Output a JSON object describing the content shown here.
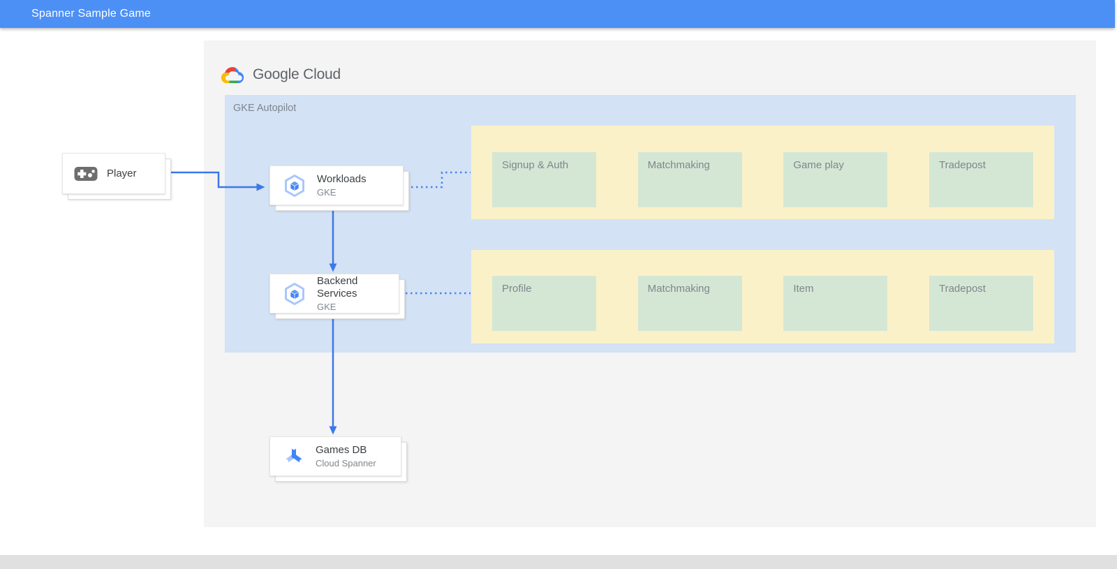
{
  "header": {
    "title": "Spanner Sample Game"
  },
  "logo": {
    "label": "Google Cloud"
  },
  "zone": {
    "label": "GKE Autopilot"
  },
  "nodes": {
    "player": {
      "title": "Player"
    },
    "workloads": {
      "title": "Workloads",
      "subtitle": "GKE"
    },
    "backend": {
      "title": "Backend Services",
      "subtitle": "GKE"
    },
    "gamesdb": {
      "title": "Games DB",
      "subtitle": "Cloud Spanner"
    }
  },
  "rows": [
    {
      "services": [
        "Signup & Auth",
        "Matchmaking",
        "Game play",
        "Tradepost"
      ]
    },
    {
      "services": [
        "Profile",
        "Matchmaking",
        "Item",
        "Tradepost"
      ]
    }
  ],
  "icons": {
    "player": "gamepad-icon",
    "workloads": "gke-hexagon-icon",
    "backend": "gke-hexagon-icon",
    "gamesdb": "cloud-spanner-icon",
    "logo": "google-cloud-icon"
  },
  "colors": {
    "appbar_blue": "#4D90F5",
    "zone_blue": "#D3E2F4",
    "row_yellow": "#FBF1C8",
    "service_green": "#D4E7D5",
    "arrow_blue": "#3B78E8",
    "dotted_blue": "#4285F4",
    "panel_gray": "#F4F4F4",
    "bottom_bar_gray": "#E0E0E0",
    "label_gray": "#80868B"
  }
}
